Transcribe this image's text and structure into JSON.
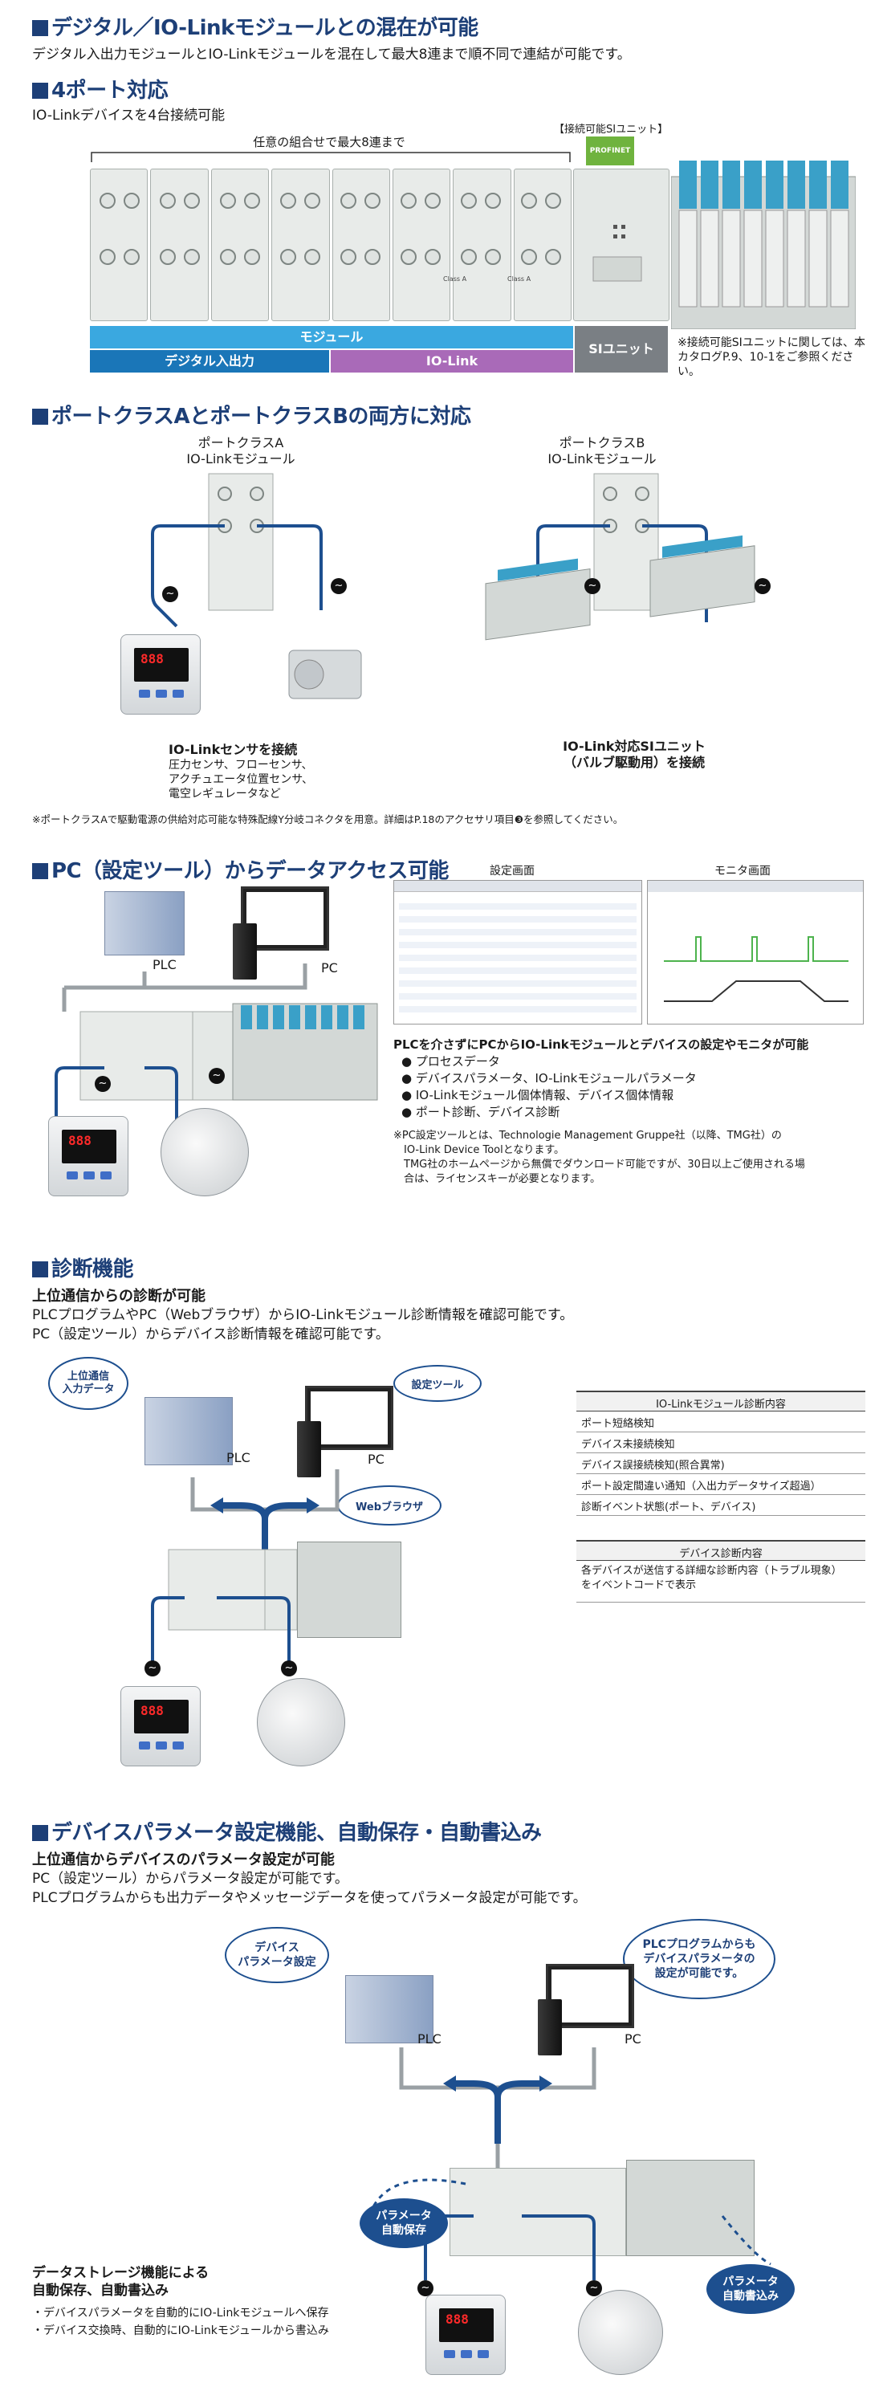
{
  "sec1": {
    "title": "デジタル／IO-Linkモジュールとの混在が可能",
    "desc": "デジタル入出力モジュールとIO-Linkモジュールを混在して最大8連まで順不同で連結が可能です。"
  },
  "sec2": {
    "title": "4ポート対応",
    "desc": "IO-Linkデバイスを4台接続可能",
    "bracket_label": "任意の組合せで最大8連まで",
    "si_label": "【接続可能SIユニット】",
    "si_logo": "PROFINET",
    "bar_module": "モジュール",
    "bar_digital": "デジタル入出力",
    "bar_iolink": "IO-Link",
    "bar_si": "SIユニット",
    "note": "※接続可能SIユニットに関しては、本カタログP.9、10-1をご参照ください。",
    "module_class": "Class A",
    "colors": {
      "module_bar": "#3aa8e0",
      "digital_bar": "#1a76b8",
      "iolink_bar": "#a96ab8",
      "si_bar": "#7a7f84"
    }
  },
  "sec3": {
    "title": "ポートクラスAとポートクラスBの両方に対応",
    "classA_label": "ポートクラスA\nIO-Linkモジュール",
    "classB_label": "ポートクラスB\nIO-Linkモジュール",
    "sensor_title": "IO-Linkセンサを接続",
    "sensor_items": "圧力センサ、フローセンサ、\nアクチュエータ位置センサ、\n電空レギュレータなど",
    "si_title": "IO-Link対応SIユニット\n（バルブ駆動用）を接続",
    "note": "※ポートクラスAで駆動電源の供給対応可能な特殊配線Y分岐コネクタを用意。詳細はP.18のアクセサリ項目❸を参照してください。"
  },
  "sec4": {
    "title": "PC（設定ツール）からデータアクセス可能",
    "plc": "PLC",
    "pc": "PC",
    "screen_setting": "設定画面",
    "screen_monitor": "モニタ画面",
    "lead": "PLCを介さずにPCからIO-Linkモジュールとデバイスの設定やモニタが可能",
    "bullets": [
      "プロセスデータ",
      "デバイスパラメータ、IO-Linkモジュールパラメータ",
      "IO-Linkモジュール個体情報、デバイス個体情報",
      "ポート診断、デバイス診断"
    ],
    "note": "※PC設定ツールとは、Technologie Management Gruppe社（以降、TMG社）の\n　IO-Link Device Toolとなります。\n　TMG社のホームページから無償でダウンロード可能ですが、30日以上ご使用される場\n　合は、ライセンスキーが必要となります。"
  },
  "sec5": {
    "title": "診断機能",
    "sub": "上位通信からの診断が可能",
    "desc1": "PLCプログラムやPC（Webブラウザ）からIO-Linkモジュール診断情報を確認可能です。",
    "desc2": "PC（設定ツール）からデバイス診断情報を確認可能です。",
    "bubble1": "上位通信\n入力データ",
    "bubble2": "設定ツール",
    "bubble3": "Webブラウザ",
    "plc": "PLC",
    "pc": "PC",
    "table1_head": "IO-Linkモジュール診断内容",
    "table1_rows": [
      "ポート短絡検知",
      "デバイス未接続検知",
      "デバイス誤接続検知(照合異常)",
      "ポート設定間違い通知（入出力データサイズ超過）",
      "診断イベント状態(ポート、デバイス)"
    ],
    "table2_head": "デバイス診断内容",
    "table2_row": "各デバイスが送信する詳細な診断内容（トラブル現象）\nをイベントコードで表示"
  },
  "sec6": {
    "title": "デバイスパラメータ設定機能、自動保存・自動書込み",
    "sub": "上位通信からデバイスのパラメータ設定が可能",
    "desc1": "PC（設定ツール）からパラメータ設定が可能です。",
    "desc2": "PLCプログラムからも出力データやメッセージデータを使ってパラメータ設定が可能です。",
    "bubble_left": "デバイス\nパラメータ設定",
    "bubble_right": "PLCプログラムからも\nデバイスパラメータの\n設定が可能です。",
    "plc": "PLC",
    "pc": "PC",
    "save_bubble": "パラメータ\n自動保存",
    "write_bubble": "パラメータ\n自動書込み",
    "storage_title": "データストレージ機能による\n自動保存、自動書込み",
    "storage_items": [
      "・デバイスパラメータを自動的にIO-Linkモジュールへ保存",
      "・デバイス交換時、自動的にIO-Linkモジュールから書込み"
    ]
  }
}
